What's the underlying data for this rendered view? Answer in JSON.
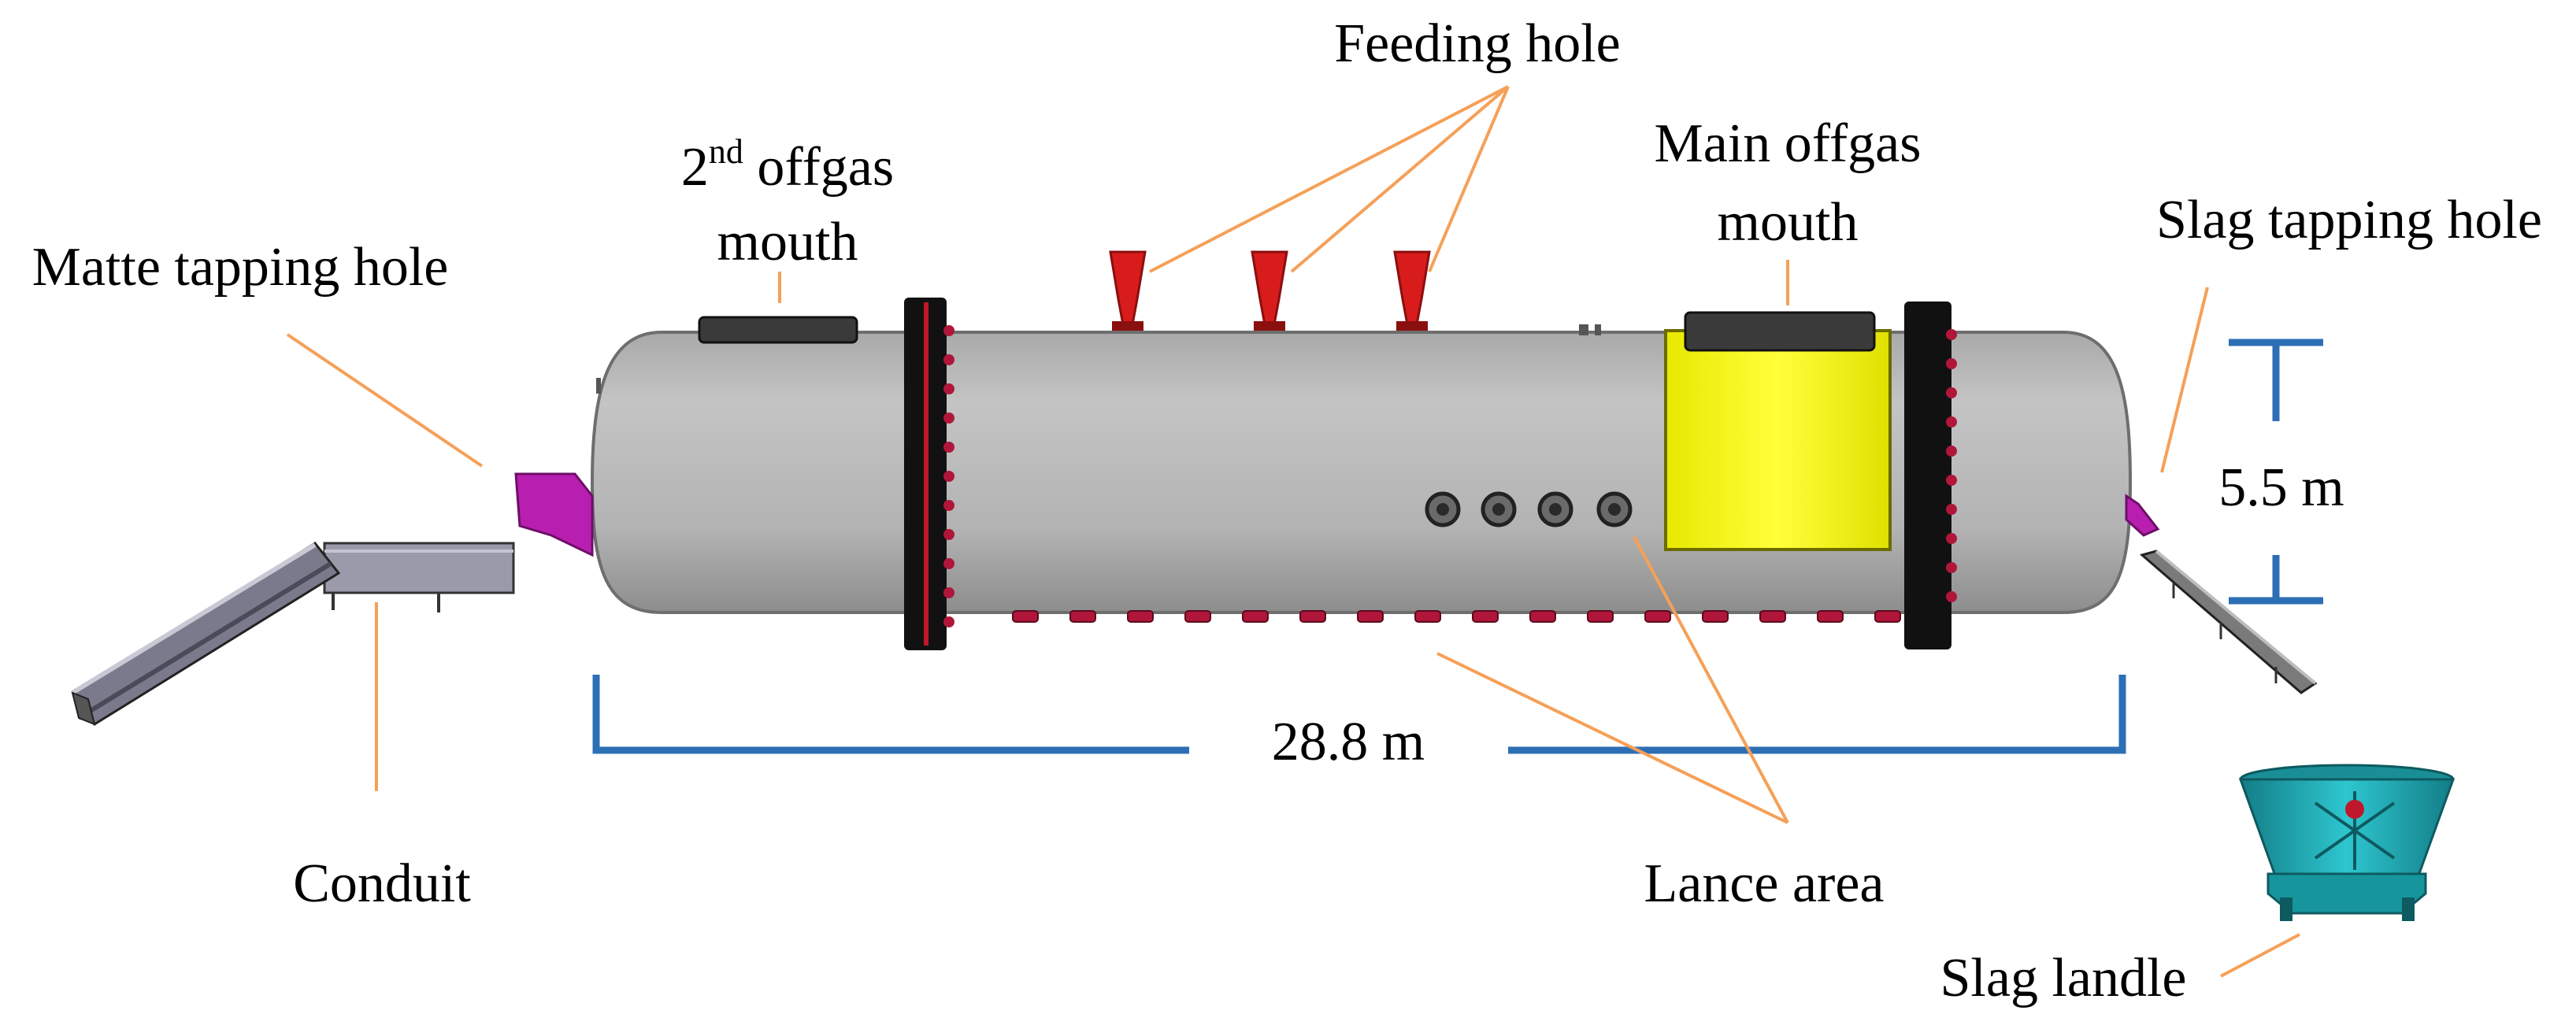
{
  "labels": {
    "feeding_hole": "Feeding hole",
    "second_offgas_line1_num": "2",
    "second_offgas_line1_sup": "nd",
    "second_offgas_line1_rest": " offgas",
    "second_offgas_line2": "mouth",
    "main_offgas_line1": "Main offgas",
    "main_offgas_line2": "mouth",
    "matte_tapping_hole": "Matte tapping hole",
    "slag_tapping_hole": "Slag tapping hole",
    "height_dimension": "5.5 m",
    "length_dimension": "28.8 m",
    "conduit": "Conduit",
    "lance_area": "Lance area",
    "slag_ladle": "Slag landle"
  },
  "colors": {
    "furnace_body": "#b5b5b5",
    "flange": "#111111",
    "flange_ring": "#c0182a",
    "offgas_mouth": "#3a3a3a",
    "main_offgas_housing": "#f2f200",
    "feeding_nozzle": "#d81c1c",
    "tapping_spout": "#b81fb0",
    "conduit": "#8f8fa0",
    "slag_ladle": "#1fa8b0",
    "dimension_line": "#2d6fb5",
    "leader_line": "#f5a058"
  }
}
